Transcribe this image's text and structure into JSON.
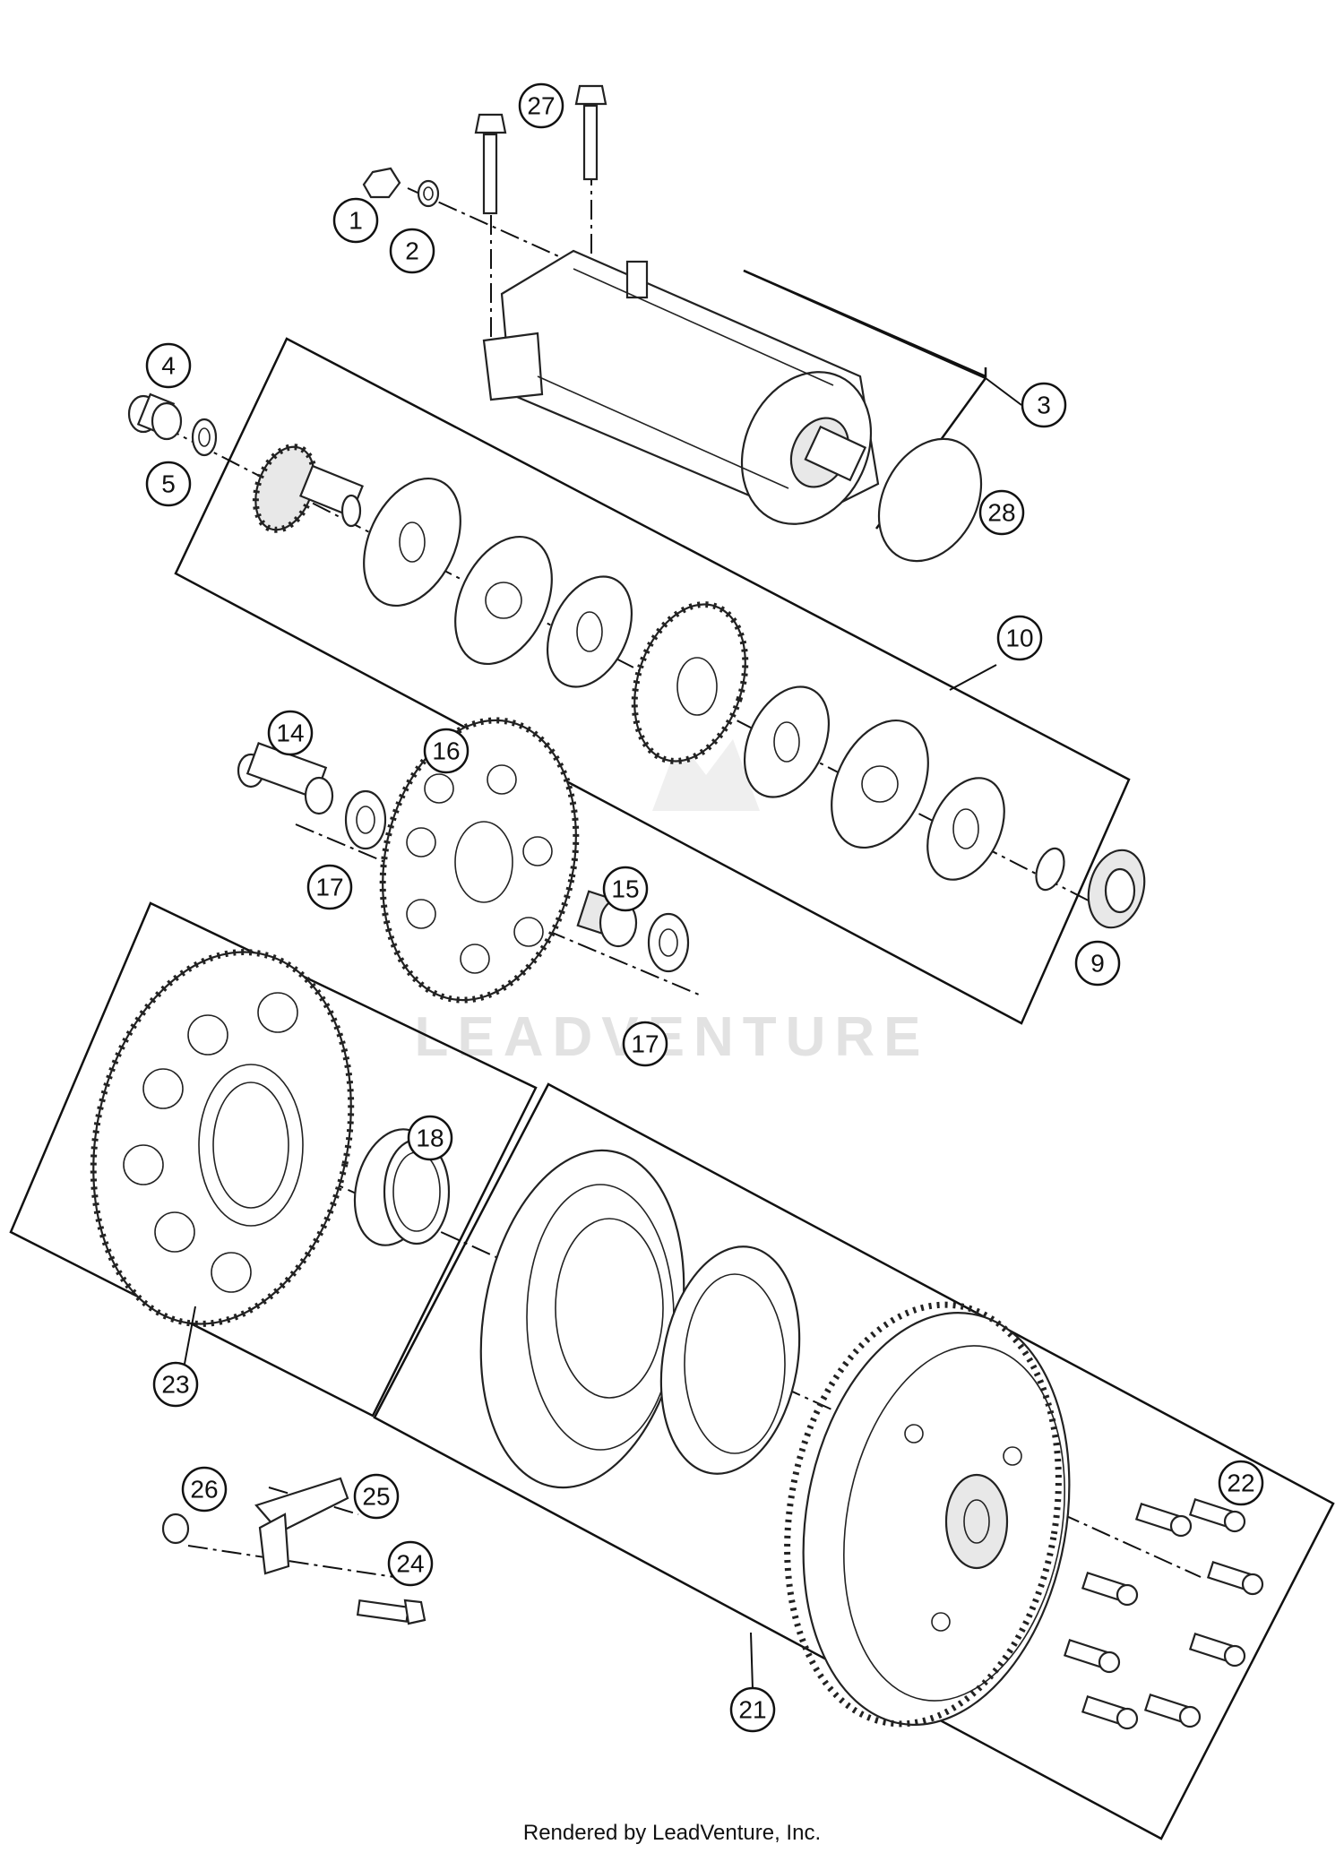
{
  "diagram": {
    "watermark_text": "LEADVENTURE",
    "callouts": [
      "1",
      "2",
      "3",
      "4",
      "5",
      "9",
      "10",
      "14",
      "15",
      "16",
      "17",
      "17",
      "18",
      "21",
      "22",
      "23",
      "24",
      "25",
      "26",
      "27",
      "28"
    ]
  },
  "footer": {
    "text": "Rendered by LeadVenture, Inc."
  }
}
